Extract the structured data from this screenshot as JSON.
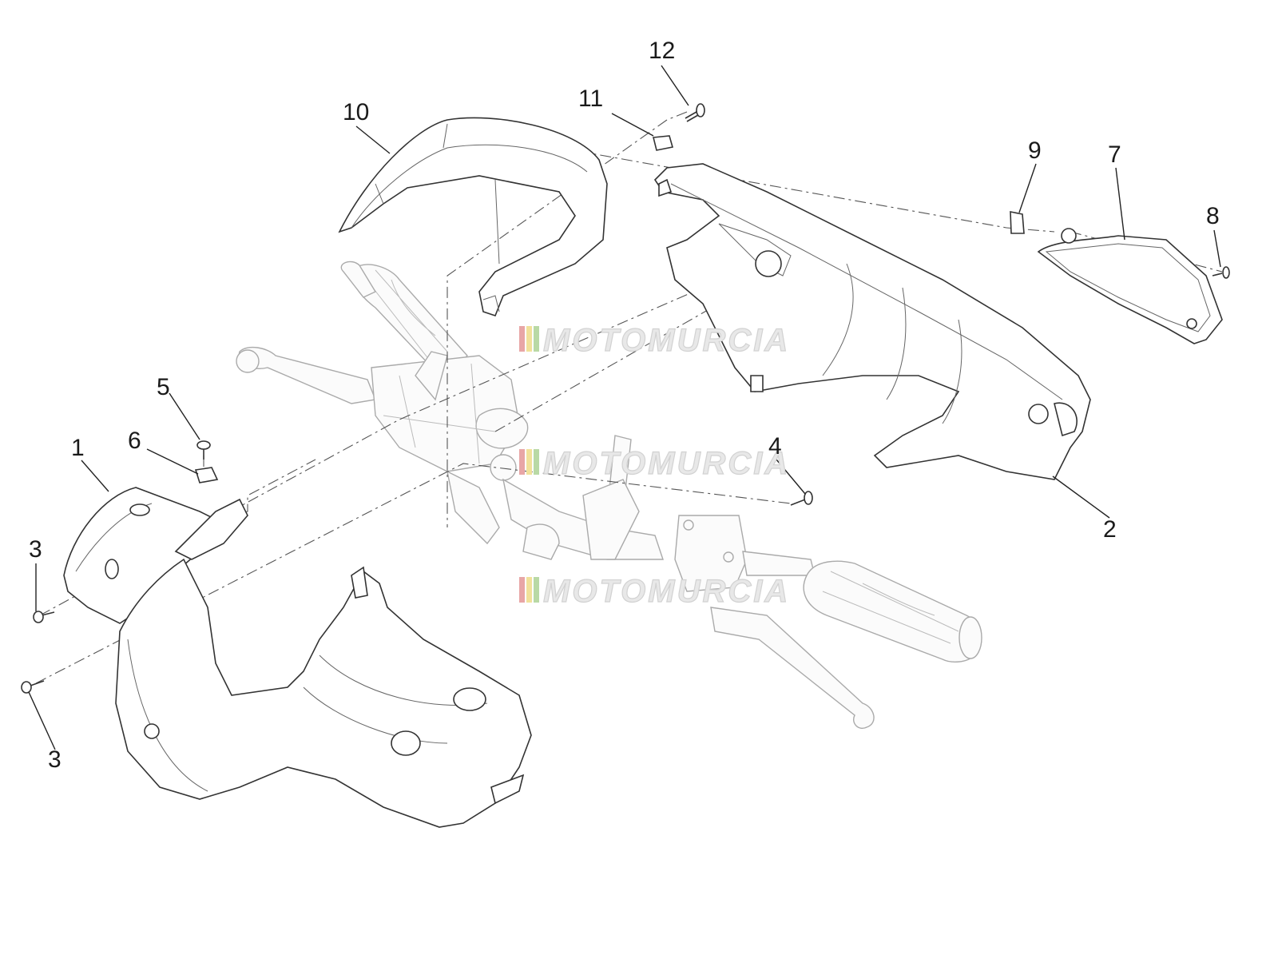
{
  "callouts": [
    {
      "id": "c1",
      "text": "1"
    },
    {
      "id": "c2",
      "text": "2"
    },
    {
      "id": "c3a",
      "text": "3"
    },
    {
      "id": "c3b",
      "text": "3"
    },
    {
      "id": "c4",
      "text": "4"
    },
    {
      "id": "c5",
      "text": "5"
    },
    {
      "id": "c6",
      "text": "6"
    },
    {
      "id": "c7",
      "text": "7"
    },
    {
      "id": "c8",
      "text": "8"
    },
    {
      "id": "c9",
      "text": "9"
    },
    {
      "id": "c10",
      "text": "10"
    },
    {
      "id": "c11",
      "text": "11"
    },
    {
      "id": "c12",
      "text": "12"
    }
  ],
  "watermark": {
    "text": "MOTOMURCIA"
  },
  "colors": {
    "watermark_stripe_1": "#e8a6a6",
    "watermark_stripe_2": "#f1e19a",
    "watermark_stripe_3": "#b9d9a5"
  }
}
